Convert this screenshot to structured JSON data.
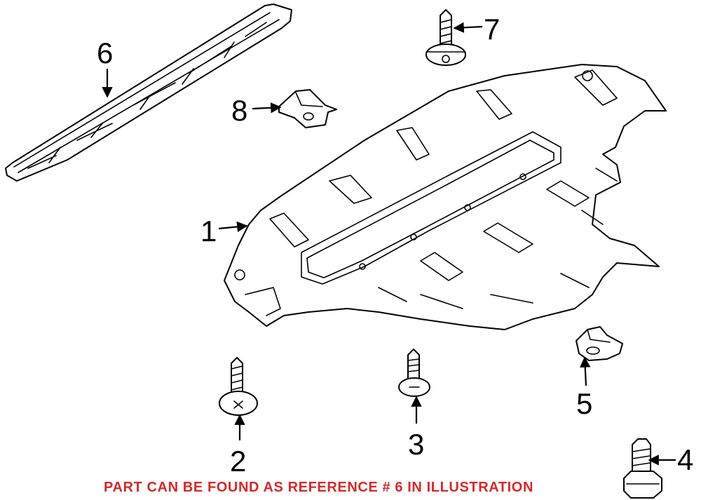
{
  "callouts": {
    "c1": "1",
    "c2": "2",
    "c3": "3",
    "c4": "4",
    "c5": "5",
    "c6": "6",
    "c7": "7",
    "c8": "8"
  },
  "note": {
    "text": "PART CAN BE FOUND AS REFERENCE # 6 IN ILLUSTRATION",
    "color": "#d42a2a"
  }
}
